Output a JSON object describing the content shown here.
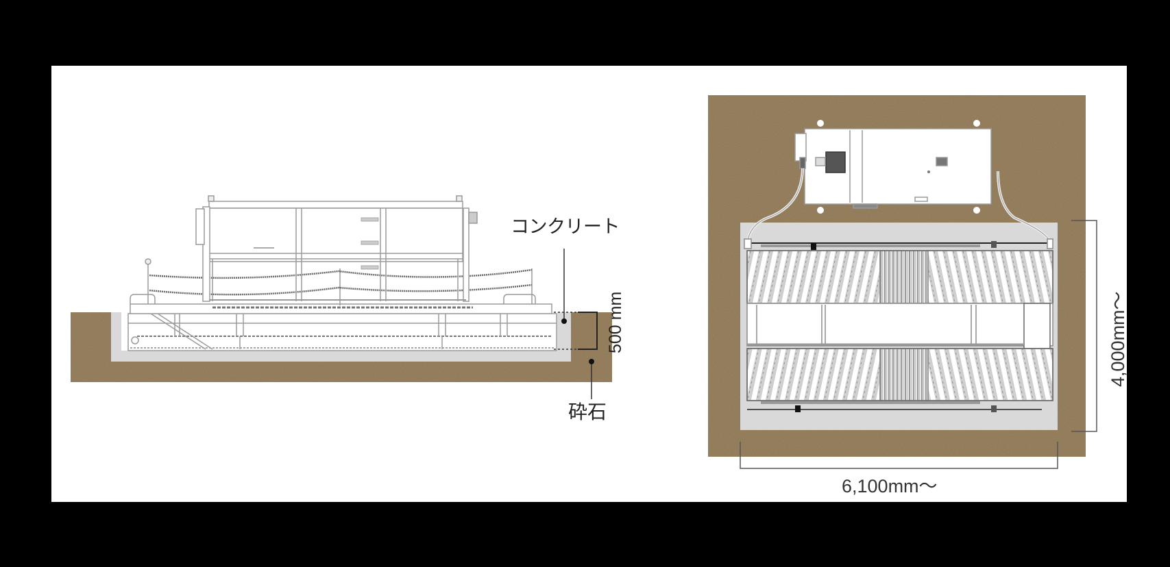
{
  "diagram": {
    "colors": {
      "background": "#000000",
      "panel": "#ffffff",
      "ground": "#8b7350",
      "concrete": "#d9d9d9",
      "line": "#333333",
      "machine_stroke": "#9a9a9a"
    },
    "side_view": {
      "label_concrete": "コンクリート",
      "label_gravel": "砕石",
      "depth_dimension": "500 mm"
    },
    "top_view": {
      "width_dimension": "6,100mm〜",
      "depth_dimension": "4,000mm〜"
    }
  }
}
